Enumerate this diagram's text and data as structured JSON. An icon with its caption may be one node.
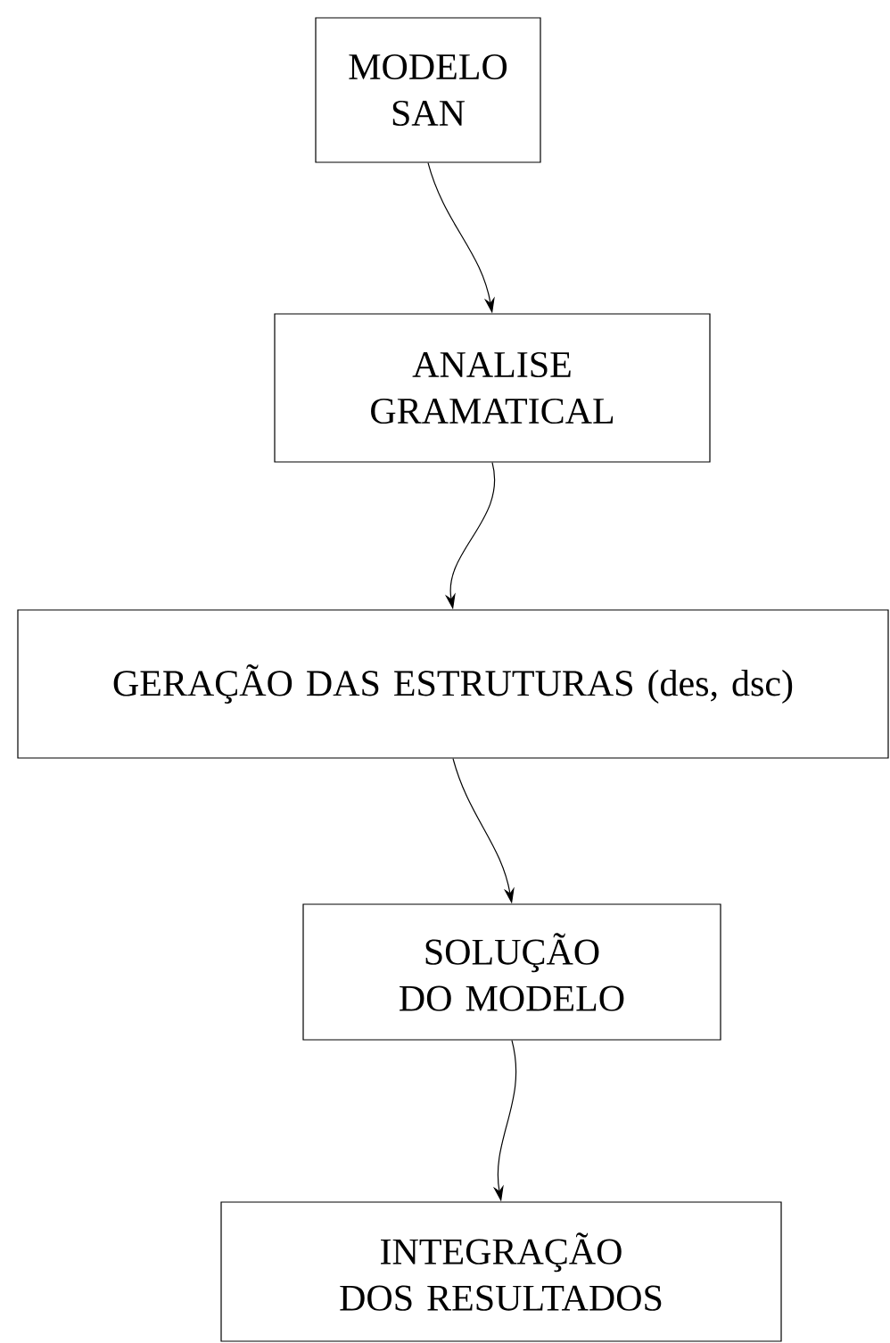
{
  "diagram": {
    "nodes": [
      {
        "text": [
          "MODELO SAN"
        ]
      },
      {
        "text": [
          "ANALISE GRAMATICAL"
        ]
      },
      {
        "text": [
          "GERAÇÃO DAS ESTRUTURAS (des, dsc)"
        ]
      },
      {
        "text": [
          "SOLUÇÃO DO MODELO"
        ]
      },
      {
        "text": [
          "INTEGRAÇÃO DOS RESULTADOS"
        ]
      }
    ],
    "edges": [
      {
        "from": 0,
        "to": 1,
        "arrow": "to"
      },
      {
        "from": 1,
        "to": 2,
        "arrow": "to"
      },
      {
        "from": 2,
        "to": 3,
        "arrow": "to"
      },
      {
        "from": 3,
        "to": 4,
        "arrow": "to"
      }
    ]
  }
}
